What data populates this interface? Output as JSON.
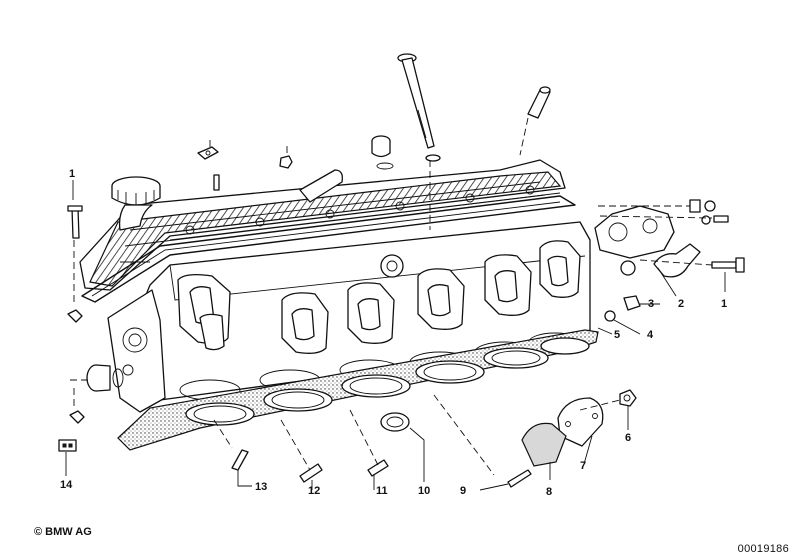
{
  "callouts": [
    "1",
    "2",
    "3",
    "4",
    "5",
    "6",
    "7",
    "8",
    "9",
    "10",
    "11",
    "12",
    "13",
    "14",
    "1"
  ],
  "copyright": "© BMW AG",
  "diagram_code": "00019186"
}
